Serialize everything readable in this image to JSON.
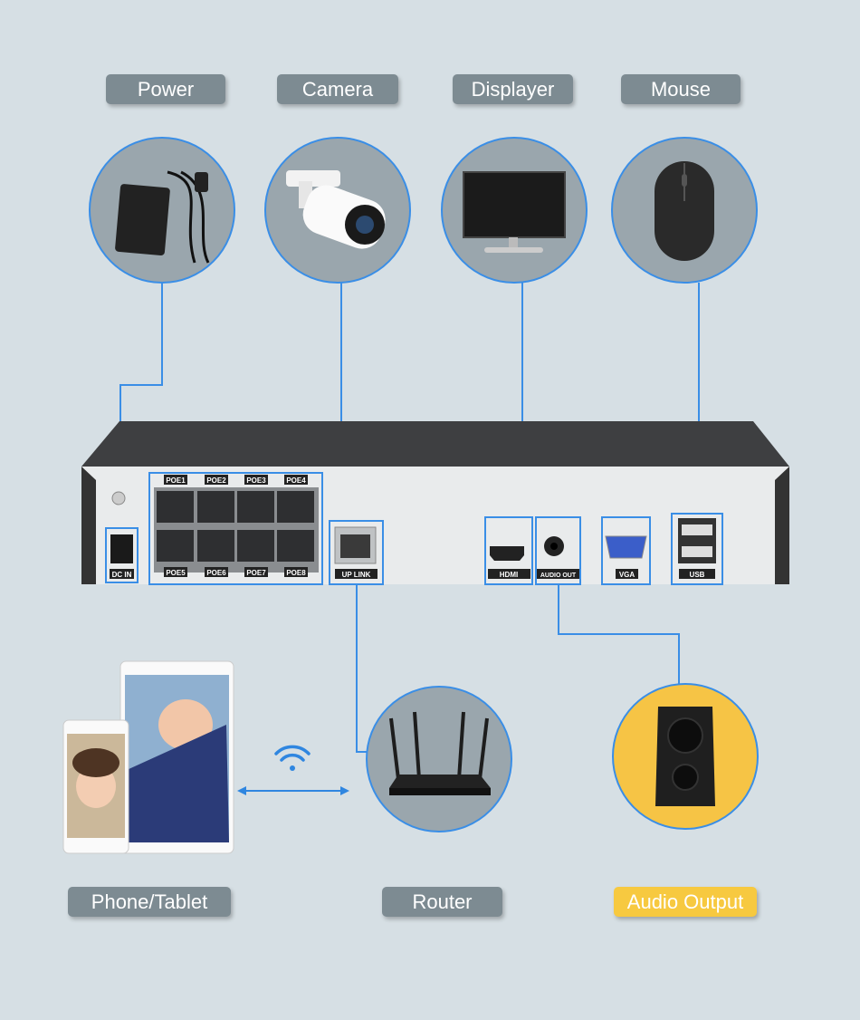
{
  "top_labels": {
    "power": "Power",
    "camera": "Camera",
    "displayer": "Displayer",
    "mouse": "Mouse"
  },
  "bottom_labels": {
    "phone_tablet": "Phone/Tablet",
    "router": "Router",
    "audio_output": "Audio Output"
  },
  "ports": {
    "dc_in": "DC IN",
    "poe": [
      "POE1",
      "POE2",
      "POE3",
      "POE4",
      "POE5",
      "POE6",
      "POE7",
      "POE8"
    ],
    "uplink": "UP LINK",
    "hdmi": "HDMI",
    "audio_out": "AUDIO OUT",
    "vga": "VGA",
    "usb": "USB"
  },
  "colors": {
    "background": "#d6dfe4",
    "line": "#3a8ee6",
    "pill": "#7d8b92",
    "accent_yellow": "#f7c940"
  }
}
